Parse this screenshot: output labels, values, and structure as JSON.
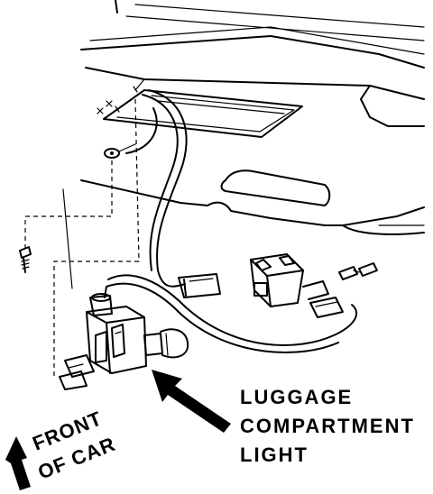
{
  "callout": {
    "line1": "LUGGAGE",
    "line2": "COMPARTMENT",
    "line3": "LIGHT"
  },
  "direction": {
    "line1": "FRONT",
    "line2": "OF CAR"
  }
}
